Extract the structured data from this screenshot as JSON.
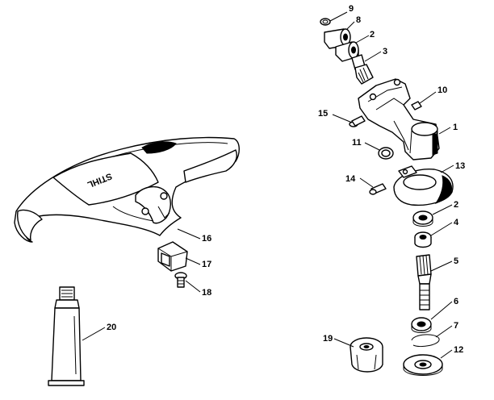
{
  "diagram": {
    "type": "exploded parts diagram",
    "colors": {
      "line": "#000000",
      "background": "#ffffff"
    },
    "brand_text": "STIHL",
    "callouts": [
      {
        "id": "c9",
        "number": "9",
        "part_icon": "ring"
      },
      {
        "id": "c8",
        "number": "8",
        "part_icon": "bearing"
      },
      {
        "id": "c2a",
        "number": "2",
        "part_icon": "bearing"
      },
      {
        "id": "c3",
        "number": "3",
        "part_icon": "bevel-gear"
      },
      {
        "id": "c10",
        "number": "10",
        "part_icon": "screw"
      },
      {
        "id": "c15",
        "number": "15",
        "part_icon": "screw"
      },
      {
        "id": "c1",
        "number": "1",
        "part_icon": "gear-housing"
      },
      {
        "id": "c11",
        "number": "11",
        "part_icon": "plug"
      },
      {
        "id": "c13",
        "number": "13",
        "part_icon": "deflector-mount"
      },
      {
        "id": "c14",
        "number": "14",
        "part_icon": "screw"
      },
      {
        "id": "c2b",
        "number": "2",
        "part_icon": "bearing"
      },
      {
        "id": "c4",
        "number": "4",
        "part_icon": "gear"
      },
      {
        "id": "c5",
        "number": "5",
        "part_icon": "shaft"
      },
      {
        "id": "c6",
        "number": "6",
        "part_icon": "bearing"
      },
      {
        "id": "c7",
        "number": "7",
        "part_icon": "circlip"
      },
      {
        "id": "c12",
        "number": "12",
        "part_icon": "thrust-plate"
      },
      {
        "id": "c19",
        "number": "19",
        "part_icon": "nut"
      },
      {
        "id": "c16",
        "number": "16",
        "part_icon": "deflector"
      },
      {
        "id": "c17",
        "number": "17",
        "part_icon": "clamp"
      },
      {
        "id": "c18",
        "number": "18",
        "part_icon": "screw"
      },
      {
        "id": "c20",
        "number": "20",
        "part_icon": "grease-tube"
      }
    ]
  }
}
